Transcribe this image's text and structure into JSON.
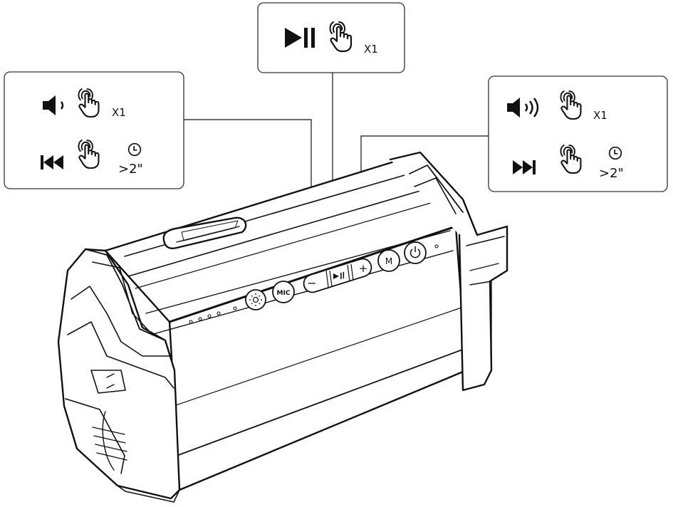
{
  "callouts": {
    "play_pause": {
      "icon": "play-pause-icon",
      "gesture": "tap-hand-icon",
      "count": "X1"
    },
    "left": {
      "row1": {
        "icon": "volume-down-icon",
        "gesture": "tap-hand-icon",
        "count": "X1"
      },
      "row2": {
        "icon": "previous-track-icon",
        "gesture": "press-hold-hand-icon",
        "timer_icon": "clock-icon",
        "duration": ">2\""
      }
    },
    "right": {
      "row1": {
        "icon": "volume-up-icon",
        "gesture": "tap-hand-icon",
        "count": "X1"
      },
      "row2": {
        "icon": "next-track-icon",
        "gesture": "press-hold-hand-icon",
        "timer_icon": "clock-icon",
        "duration": ">2\""
      }
    }
  },
  "speaker_buttons": {
    "light": "light-icon",
    "mic": "MIC",
    "minus": "−",
    "play_pause": "play-pause-icon",
    "plus": "+",
    "mode": "M",
    "power": "power-icon"
  },
  "colors": {
    "line": "#111111",
    "panel_border": "#333333",
    "background": "#ffffff"
  }
}
